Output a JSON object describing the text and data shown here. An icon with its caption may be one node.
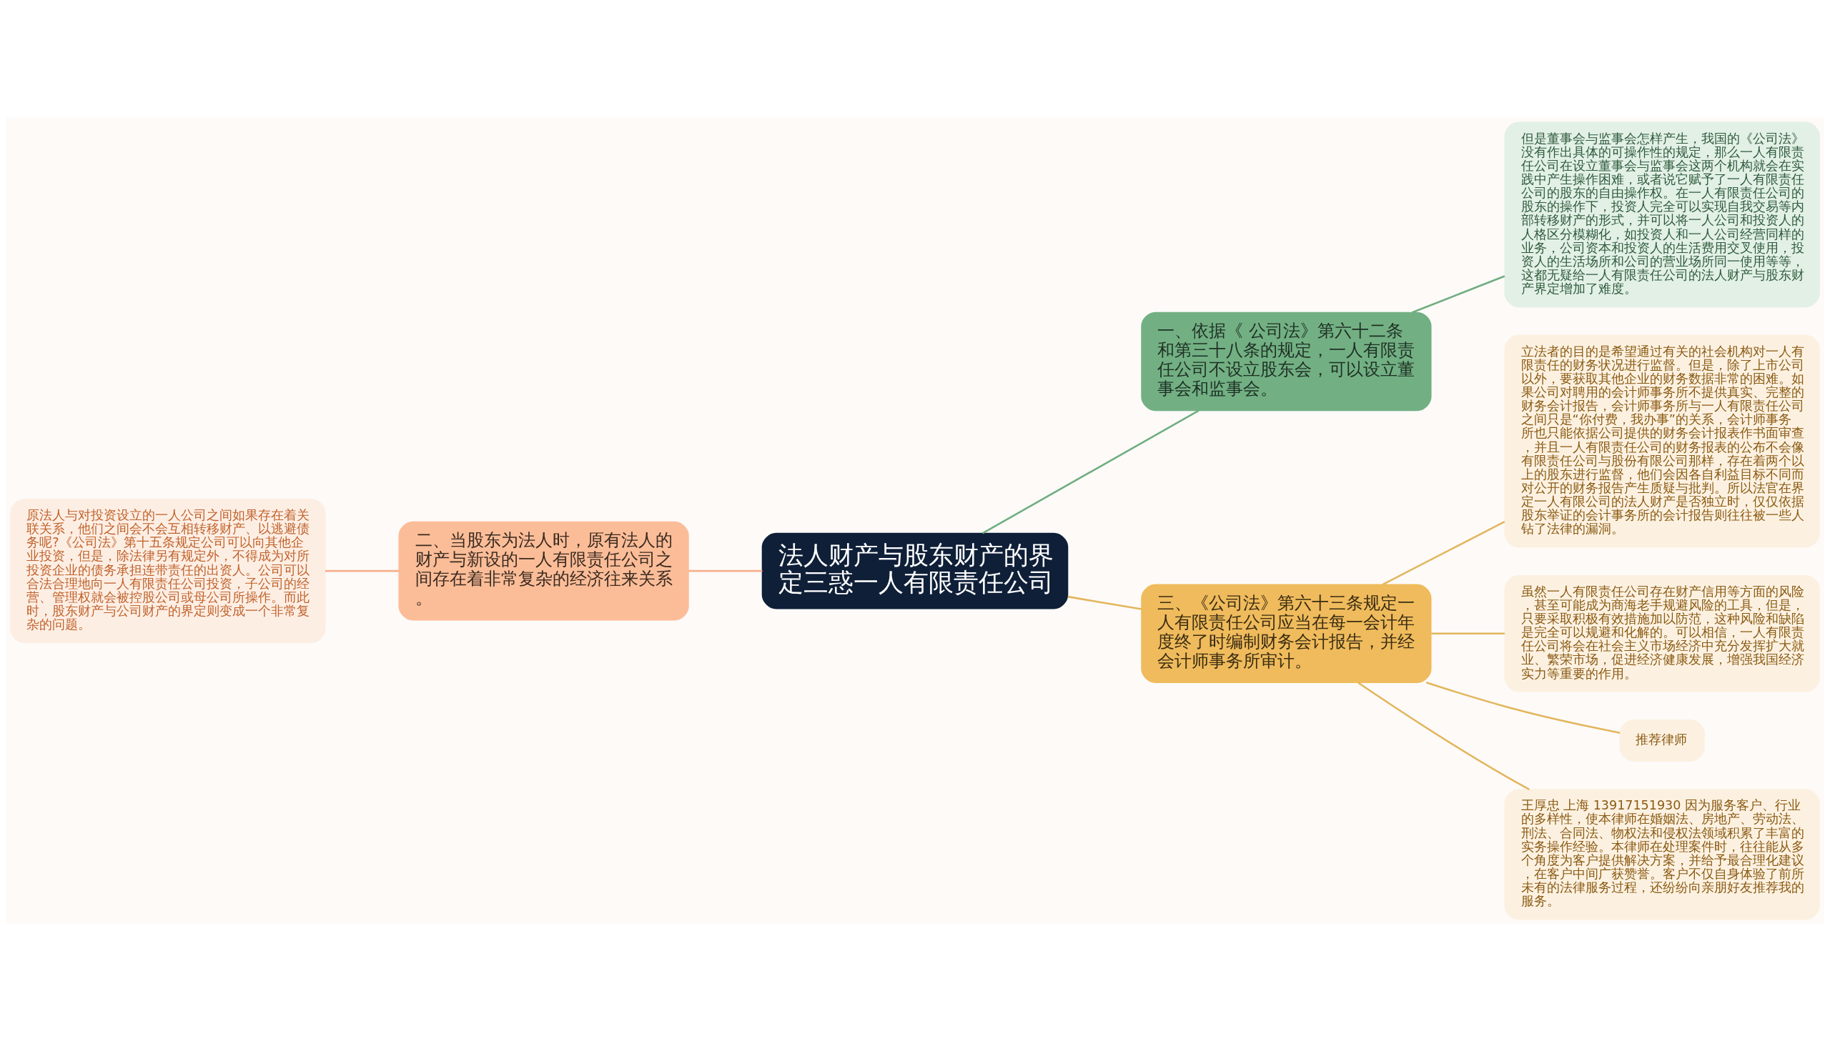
{
  "diagram": {
    "nodes": [
      {
        "text": [
          "法人财产与股东财产的界定三惑一人有限责任公司"
        ]
      },
      {
        "text": [
          "一、依据《 公司法》第六十二条和第三十八条的规定，一人有限责任公司不设立股东会，可以设立董事会和监事会。"
        ]
      },
      {
        "text": [
          "但是董事会与监事会怎样产生，我国的《公司法》没有作出具体的可操作性的规定，那么一人有限责任公司在设立董事会与监事会这两个机构就会在实践中产生操作困难，或者说它赋予了一人有限责任公司的股东的自由操作权。在一人有限责任公司的股东的操作下，投资人完全可以实现自我交易等内部转移财产的形式，并可以将一人公司和投资人的人格区分模糊化，如投资人和一人公司经营同样的业务，公司资本和投资人的生活费用交叉使用，投资人的生活场所和公司的营业场所同一使用等等，这都无疑给一人有限责任公司的法人财产与股东财产界定增加了难度。"
        ]
      },
      {
        "text": [
          "二、当股东为法人时，原有法人的财产与新设的一人有限责任公司之间存在着非常复杂的经济往来关系。"
        ]
      },
      {
        "text": [
          "原法人与对投资设立的一人公司之间如果存在着关联关系，他们之间会不会互相转移财产、以逃避债务呢?《公司法》第十五条规定公司可以向其他企业投资，但是，除法律另有规定外，不得成为对所投资企业的债务承担连带责任的出资人。公司可以合法合理地向一人有限责任公司投资，子公司的经营、管理权就会被控股公司或母公司所操作。而此时，股东财产与公司财产的界定则变成一个非常复杂的问题。"
        ]
      },
      {
        "text": [
          "三、《公司法》第六十三条规定一人有限责任公司应当在每一会计年度终了时编制财务会计报告，并经会计师事务所审计。"
        ]
      },
      {
        "text": [
          "立法者的目的是希望通过有关的社会机构对一人有限责任的财务状况进行监督。但是，除了上市公司以外，要获取其他企业的财务数据非常的困难。如果公司对聘用的会计师事务所不提供真实、完整的财务会计报告，会计师事务所与一人有限责任公司之间只是“你付费，我办事”的关系，会计师事务所也只能依据公司提供的财务会计报表作书面审查，并且一人有限责任公司的财务报表的公布不会像有限责任公司与股份有限公司那样，存在着两个以上的股东进行监督，他们会因各自利益目标不同而对公开的财务报告产生质疑与批判。所以法官在界定一人有限公司的法人财产是否独立时，仅仅依据股东举证的会计事务所的会计报告则往往被一些人钻了法律的漏洞。"
        ]
      },
      {
        "text": [
          "虽然一人有限责任公司存在财产信用等方面的风险，甚至可能成为商海老手规避风险的工具，但是，只要采取积极有效措施加以防范，这种风险和缺陷是完全可以规避和化解的。可以相信，一人有限责任公司将会在社会主义市场经济中充分发挥扩大就业、繁荣市场，促进经济健康发展，增强我国经济实力等重要的作用。"
        ]
      },
      {
        "text": [
          "推荐律师"
        ]
      },
      {
        "text": [
          "王厚忠 上海 13917151930 因为服务客户、行业的多样性，使本律师在婚姻法、房地产、劳动法、刑法、合同法、物权法和侵权法领域积累了丰富的实务操作经验。本律师在处理案件时，往往能从多个角度为客户提供解决方案，并给予最合理化建议，在客户中间广获赞誉。客户不仅自身体验了前所未有的法律服务过程，还纷纷向亲朋好友推荐我的服务。"
        ]
      }
    ],
    "edges": [
      {
        "from": 0,
        "to": 1,
        "arrow": "none",
        "color": "#6fae80"
      },
      {
        "from": 1,
        "to": 2,
        "arrow": "none",
        "color": "#6fae80"
      },
      {
        "from": 0,
        "to": 3,
        "arrow": "none",
        "color": "#f6b08e"
      },
      {
        "from": 3,
        "to": 4,
        "arrow": "none",
        "color": "#f6b08e"
      },
      {
        "from": 0,
        "to": 5,
        "arrow": "none",
        "color": "#e2b65c"
      },
      {
        "from": 5,
        "to": 6,
        "arrow": "none",
        "color": "#e2b65c"
      },
      {
        "from": 5,
        "to": 7,
        "arrow": "none",
        "color": "#e2b65c"
      },
      {
        "from": 5,
        "to": 8,
        "arrow": "none",
        "color": "#e2b65c"
      },
      {
        "from": 5,
        "to": 9,
        "arrow": "none",
        "color": "#e2b65c"
      }
    ]
  }
}
